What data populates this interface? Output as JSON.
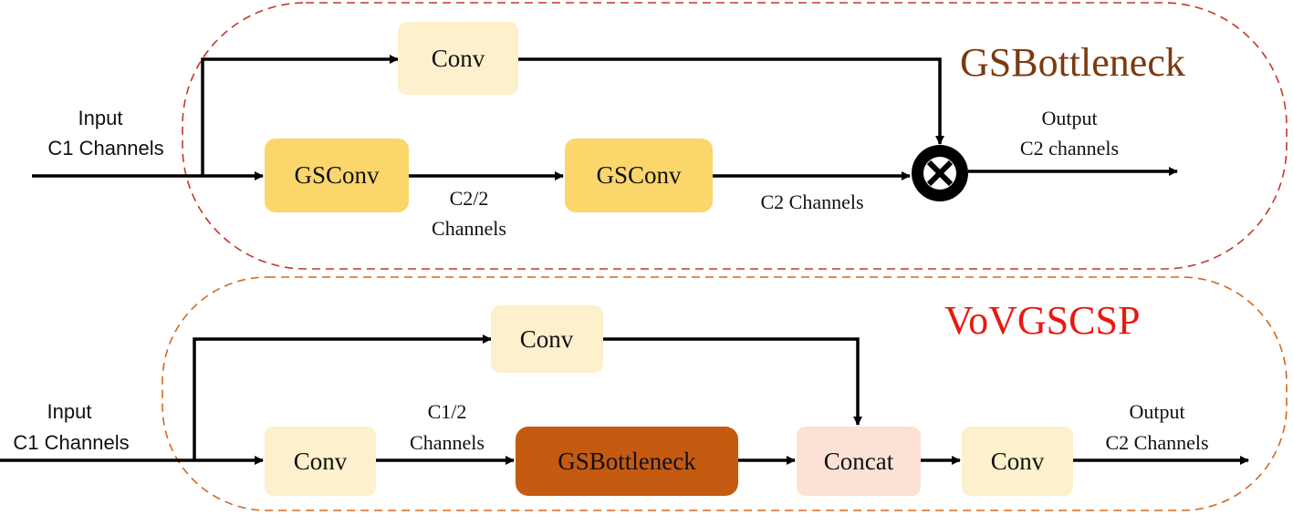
{
  "colors": {
    "top_border": "#c0392b",
    "bottom_border": "#d2691e",
    "top_title": "#7b3a10",
    "bottom_title": "#e8190f",
    "conv_light": "#fdf0cc",
    "gsconv": "#fbd66b",
    "gsbottleneck_block": "#c55a11",
    "concat": "#fbe2d5",
    "arrow": "#000000"
  },
  "top": {
    "title": "GSBottleneck",
    "input_line1": "Input",
    "input_line2": "C1 Channels",
    "conv_label": "Conv",
    "gsconv1_label": "GSConv",
    "gsconv2_label": "GSConv",
    "mid_label_line1": "C2/2",
    "mid_label_line2": "Channels",
    "c2_label": "C2 Channels",
    "output_line1": "Output",
    "output_line2": "C2 channels"
  },
  "bottom": {
    "title": "VoVGSCSP",
    "input_line1": "Input",
    "input_line2": "C1 Channels",
    "conv_top_label": "Conv",
    "conv_left_label": "Conv",
    "mid_label_line1": "C1/2",
    "mid_label_line2": "Channels",
    "gsbottleneck_label": "GSBottleneck",
    "concat_label": "Concat",
    "conv_right_label": "Conv",
    "output_line1": "Output",
    "output_line2": "C2 Channels"
  }
}
